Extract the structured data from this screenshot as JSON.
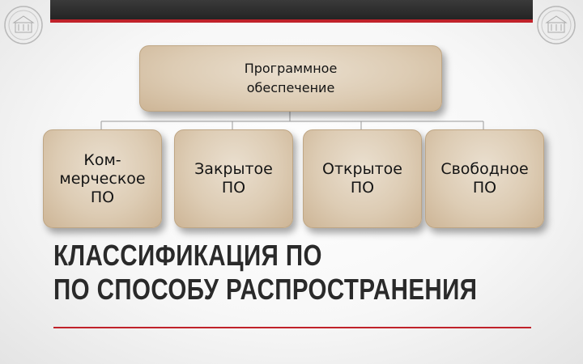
{
  "header": {
    "bar_color": "#2b2b2b",
    "accent_color": "#c0222a",
    "seal_icon": "university-seal-icon"
  },
  "diagram": {
    "root": {
      "line1": "Программное",
      "line2": "обеспечение"
    },
    "children": [
      {
        "lines": [
          "Ком-",
          "мерческое",
          "ПО"
        ]
      },
      {
        "lines": [
          "Закрытое",
          "ПО"
        ]
      },
      {
        "lines": [
          "Открытое",
          "ПО"
        ]
      },
      {
        "lines": [
          "Свободное",
          "ПО"
        ]
      }
    ],
    "box_color": "#ddccb4",
    "connector_color": "#9a9a9a"
  },
  "title": {
    "line1": "КЛАССИФИКАЦИЯ  ПО",
    "line2": "ПО СПОСОБУ  РАСПРОСТРАНЕНИЯ",
    "underline_color": "#c0222a"
  }
}
